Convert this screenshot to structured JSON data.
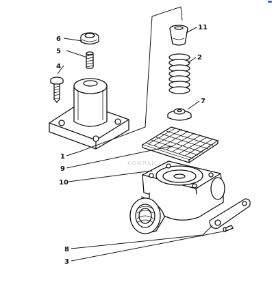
{
  "diagram": {
    "callouts": [
      {
        "id": "6",
        "text": "6"
      },
      {
        "id": "5",
        "text": "5"
      },
      {
        "id": "4",
        "text": "4"
      },
      {
        "id": "11",
        "text": "11"
      },
      {
        "id": "2",
        "text": "2"
      },
      {
        "id": "7",
        "text": "7"
      },
      {
        "id": "1",
        "text": "1"
      },
      {
        "id": "9",
        "text": "9"
      },
      {
        "id": "10",
        "text": "10"
      },
      {
        "id": "8",
        "text": "8"
      },
      {
        "id": "3",
        "text": "3"
      }
    ],
    "watermark": "КОМПАН"
  }
}
